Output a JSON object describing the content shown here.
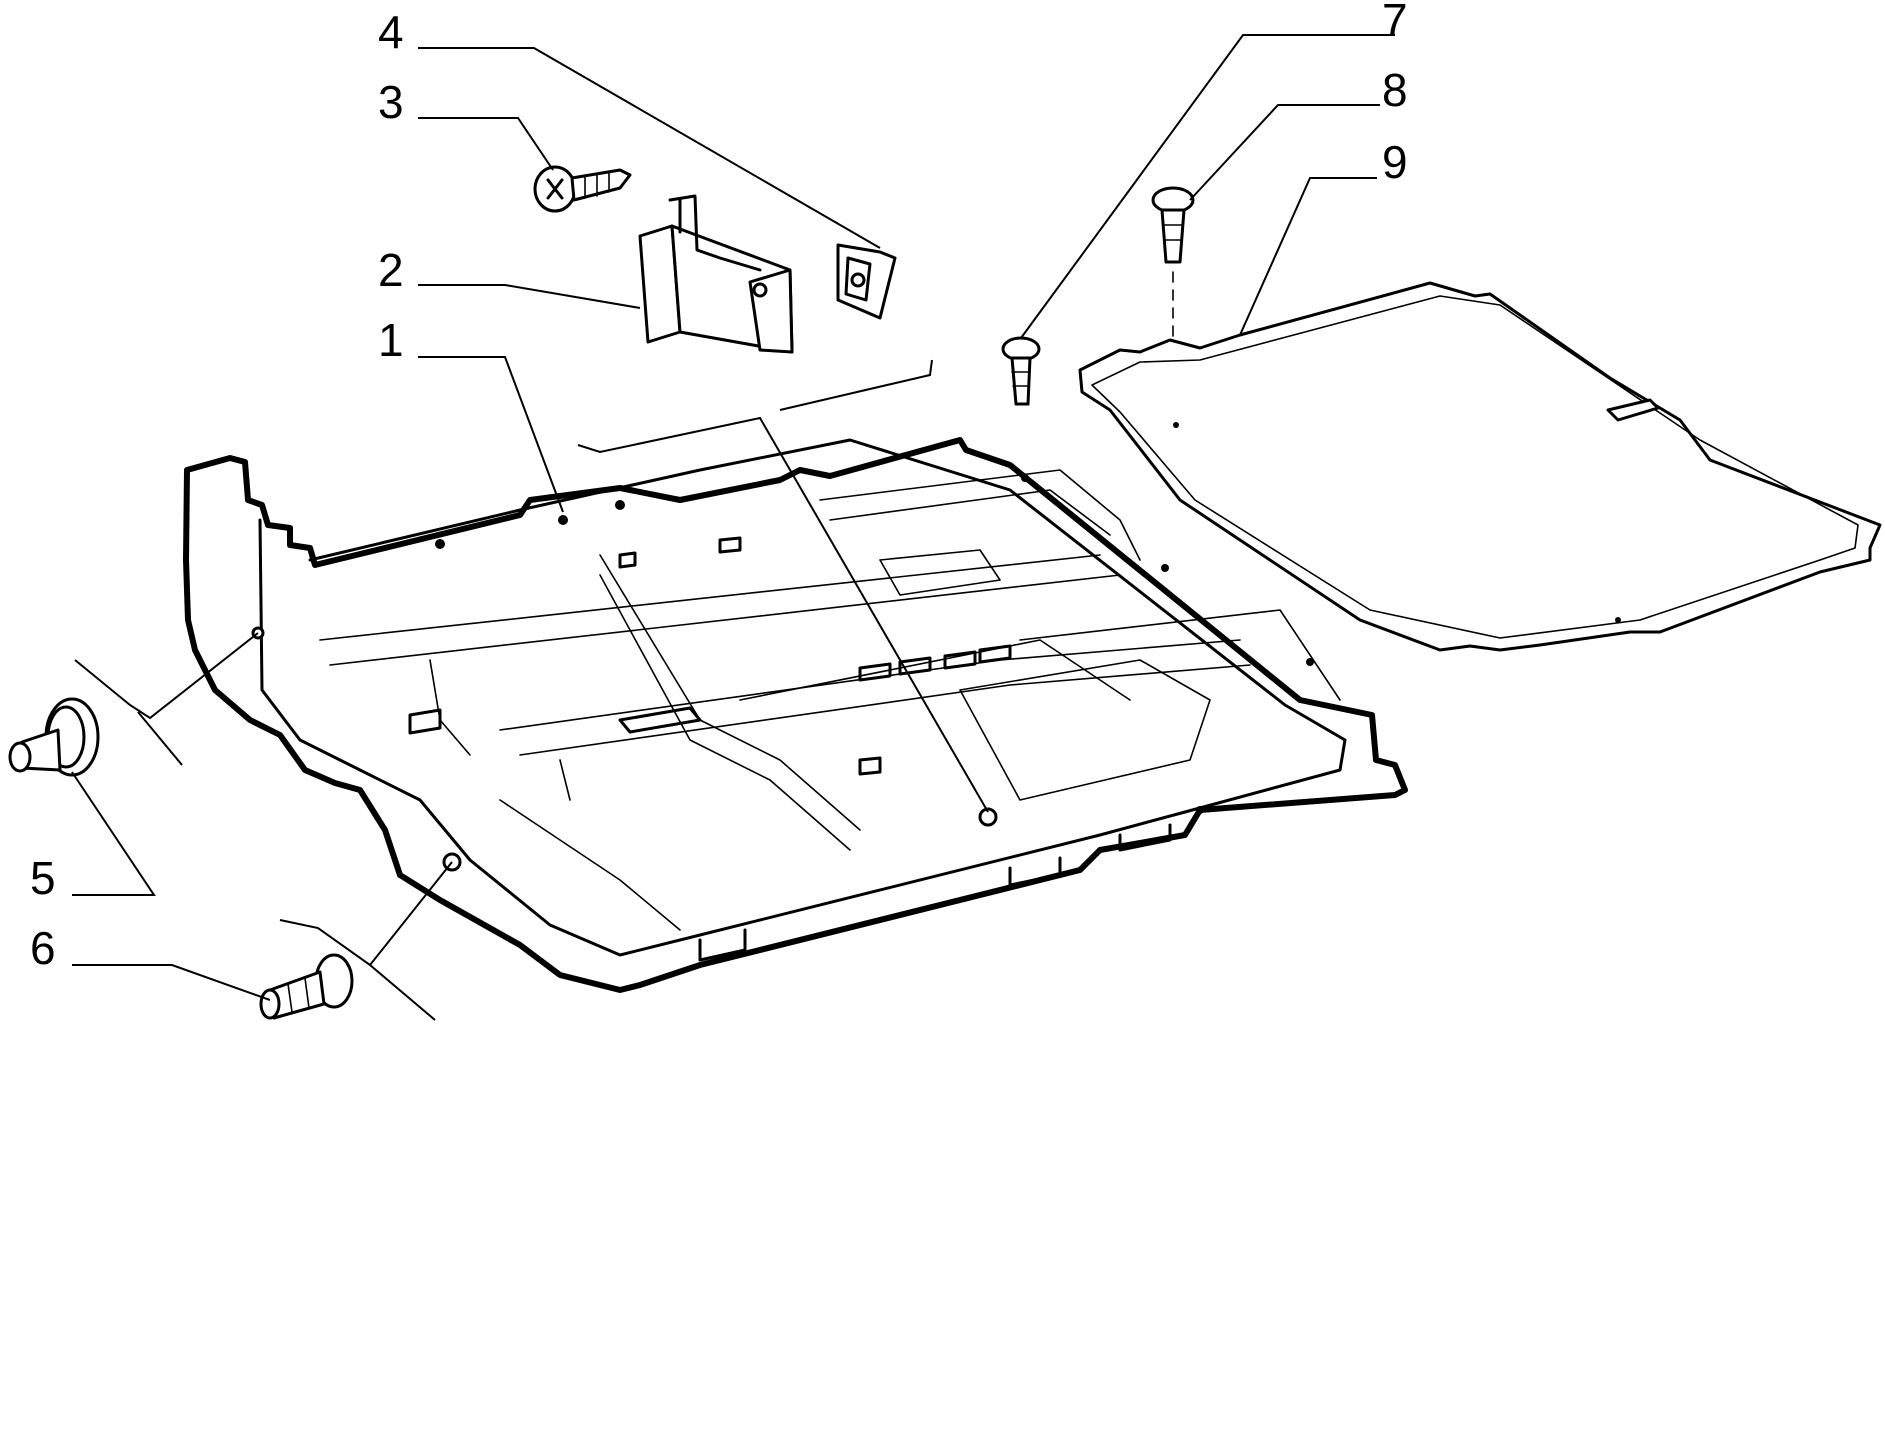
{
  "diagram": {
    "ink_color": "#000000",
    "background_color": "#ffffff",
    "callouts": [
      {
        "id": "1",
        "label": "1",
        "part": "floor-panel"
      },
      {
        "id": "2",
        "label": "2",
        "part": "support-bracket"
      },
      {
        "id": "3",
        "label": "3",
        "part": "tapping-screw"
      },
      {
        "id": "4",
        "label": "4",
        "part": "clip-nut"
      },
      {
        "id": "5",
        "label": "5",
        "part": "plug-button"
      },
      {
        "id": "6",
        "label": "6",
        "part": "push-fastener"
      },
      {
        "id": "7",
        "label": "7",
        "part": "push-pin"
      },
      {
        "id": "8",
        "label": "8",
        "part": "push-rivet"
      },
      {
        "id": "9",
        "label": "9",
        "part": "floor-mat-panel"
      }
    ]
  }
}
